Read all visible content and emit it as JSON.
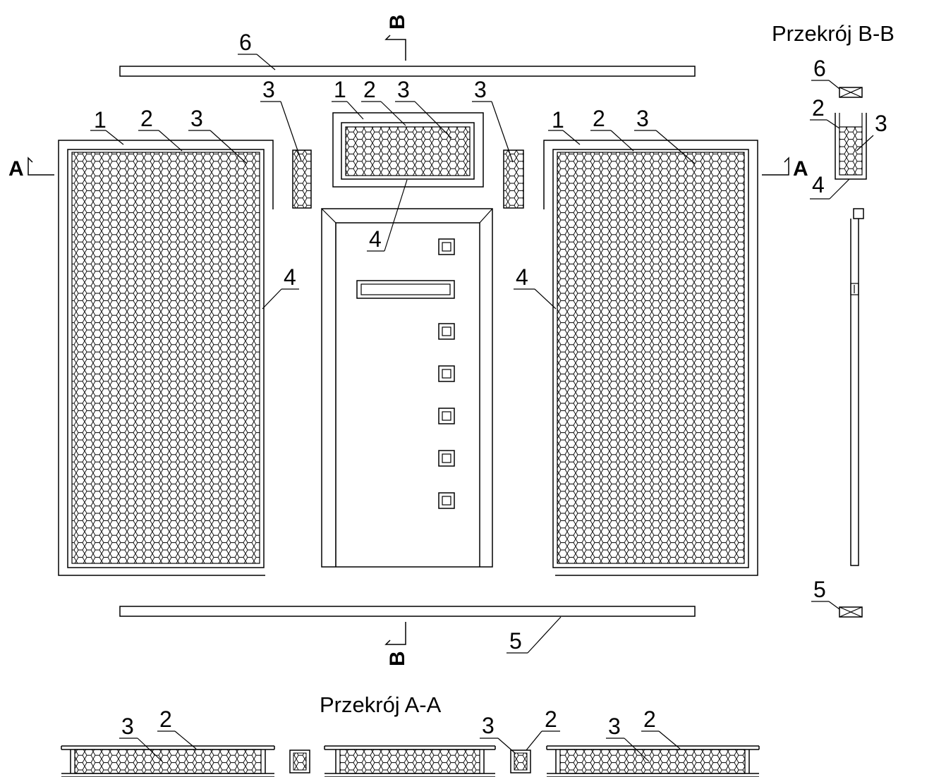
{
  "titles": {
    "section_bb": "Przekrój B-B",
    "section_aa": "Przekrój A-A"
  },
  "section_marks": {
    "a_left": "A",
    "a_right": "A",
    "b_top": "B",
    "b_bottom": "B"
  },
  "labels": {
    "l1": "1",
    "l2": "2",
    "l3": "3",
    "l4": "4",
    "l5": "5",
    "l6": "6"
  },
  "colors": {
    "ink": "#000000",
    "background": "#ffffff"
  }
}
